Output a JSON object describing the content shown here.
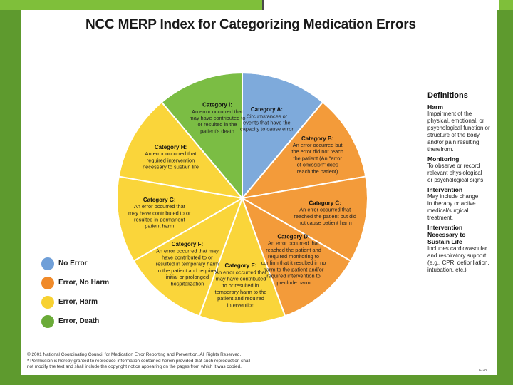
{
  "title": "NCC MERP Index for Categorizing Medication Errors",
  "categories": [
    {
      "head": "Category A:",
      "lines": [
        "Circumstances or",
        "events that have the",
        "capacity to cause error"
      ],
      "color": "#7eaadb"
    },
    {
      "head": "Category B:",
      "lines": [
        "An error occurred but",
        "the error did not reach",
        "the patient (An \"error",
        "of omission\" does",
        "reach the patient)"
      ],
      "color": "#f39b3a"
    },
    {
      "head": "Category C:",
      "lines": [
        "An error occurred that",
        "reached the patient but did",
        "not cause patient harm"
      ],
      "color": "#f39b3a"
    },
    {
      "head": "Category D:",
      "lines": [
        "An error occurred that",
        "reached the patient and",
        "required monitoring to",
        "confirm that it resulted in no",
        "harm to the patient and/or",
        "required intervention to",
        "preclude harm"
      ],
      "color": "#f39b3a"
    },
    {
      "head": "Category E:",
      "lines": [
        "An error occurred that",
        "may have contributed",
        "to or resulted in",
        "temporary harm to the",
        "patient and required",
        "intervention"
      ],
      "color": "#fad53a"
    },
    {
      "head": "Category F:",
      "lines": [
        "An error occurred that may",
        "have contributed to or",
        "resulted in temporary harm",
        "to the patient and required",
        "initial or prolonged",
        "hospitalization"
      ],
      "color": "#fad53a"
    },
    {
      "head": "Category G:",
      "lines": [
        "An error occurred that",
        "may have contributed to or",
        "resulted in permanent",
        "patient harm"
      ],
      "color": "#fad53a"
    },
    {
      "head": "Category H:",
      "lines": [
        "An error occurred that",
        "required intervention",
        "necessary to sustain life"
      ],
      "color": "#fad53a"
    },
    {
      "head": "Category I:",
      "lines": [
        "An error occurred that",
        "may have contributed to",
        "or resulted in the",
        "patient's death"
      ],
      "color": "#7bbd44"
    }
  ],
  "legend": [
    {
      "label": "No Error",
      "color": "#6f9fd8"
    },
    {
      "label": "Error, No Harm",
      "color": "#f08a2a"
    },
    {
      "label": "Error, Harm",
      "color": "#f7d131"
    },
    {
      "label": "Error, Death",
      "color": "#6aab38"
    }
  ],
  "definitions": {
    "title": "Definitions",
    "items": [
      {
        "term": [
          "Harm"
        ],
        "desc": [
          "Impairment of the",
          "physical, emotional, or",
          "psychological function or",
          "structure of the body",
          "and/or pain resulting",
          "therefrom."
        ]
      },
      {
        "term": [
          "Monitoring"
        ],
        "desc": [
          "To observe or record",
          "relevant physiological",
          "or psychological signs."
        ]
      },
      {
        "term": [
          "Intervention"
        ],
        "desc": [
          "May include change",
          "in therapy or active",
          "medical/surgical",
          "treatment."
        ]
      },
      {
        "term": [
          "Intervention",
          "Necessary to",
          "Sustain Life"
        ],
        "desc": [
          "Includes cardiovascular",
          "and respiratory support",
          "(e.g., CPR, defibrillation,",
          "intubation, etc.)"
        ]
      }
    ]
  },
  "footer": {
    "copyright": "© 2001 National Coordinating Council for Medication Error Reporting and Prevention. All Rights Reserved.",
    "permission1": "* Permission is hereby granted to reproduce information contained herein provided that such reproduction shall",
    "permission2": "not modify the text and shall include the copyright notice appearing on the pages from which it was copied."
  },
  "page_number": "6-28"
}
